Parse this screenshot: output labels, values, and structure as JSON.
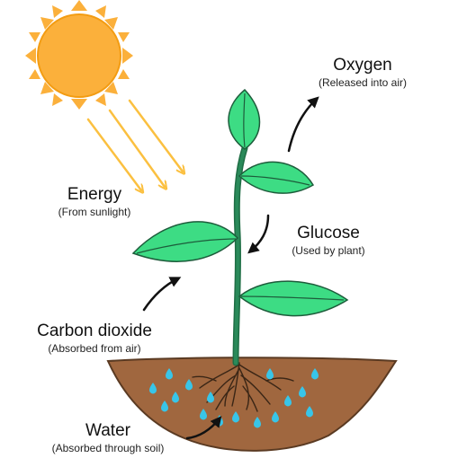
{
  "labels": {
    "oxygen": {
      "name": "Oxygen",
      "detail": "(Released into air)"
    },
    "energy": {
      "name": "Energy",
      "detail": "(From sunlight)"
    },
    "glucose": {
      "name": "Glucose",
      "detail": "(Used by plant)"
    },
    "carbon_dioxide": {
      "name": "Carbon dioxide",
      "detail": "(Absorbed from air)"
    },
    "water": {
      "name": "Water",
      "detail": "(Absorbed through soil)"
    }
  },
  "colors": {
    "sun": "#fbb03b",
    "sun_rays": "#fbb03b",
    "light_beams": "#fbc040",
    "leaf": "#3ddc84",
    "stem": "#2a8a5a",
    "soil": "#a0673f",
    "water_drops": "#38c5e8",
    "roots": "#3a2616",
    "arrow": "#111111"
  },
  "icons": [
    "sun-icon",
    "plant-icon",
    "soil-icon",
    "water-drop-icon",
    "arrow-icon"
  ]
}
